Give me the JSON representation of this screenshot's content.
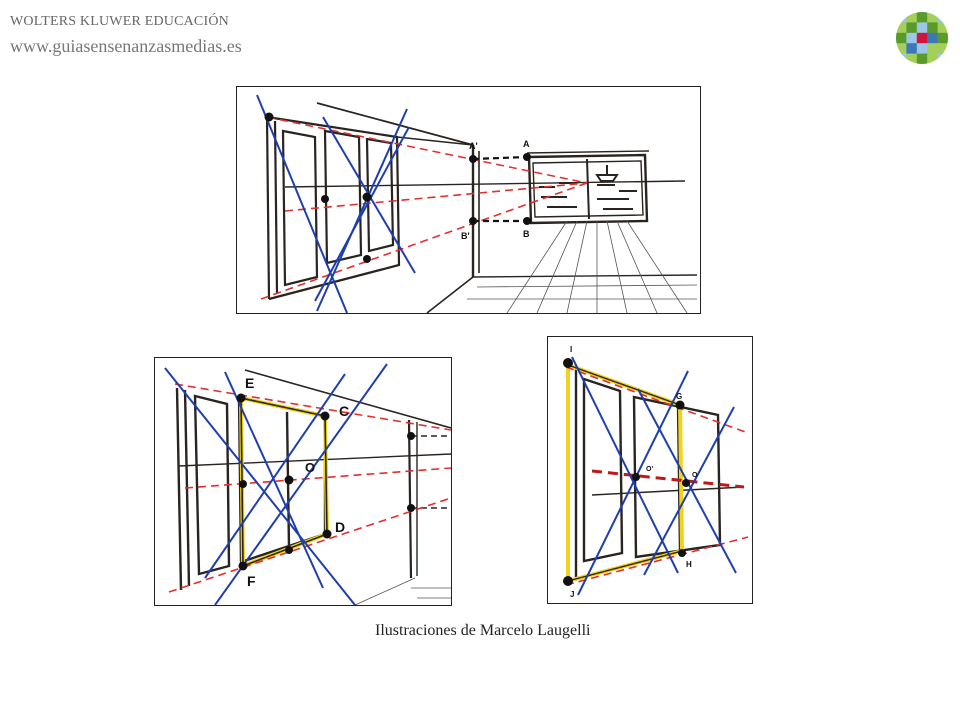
{
  "header": {
    "publisher": "WOLTERS KLUWER EDUCACIÓN",
    "website": "www.guiasensenanzasmedias.es"
  },
  "colors": {
    "logo_green_dark": "#5a9a2a",
    "logo_green_light": "#a4cf5a",
    "logo_blue_dark": "#3c78b8",
    "logo_blue_light": "#9cc6e6",
    "logo_red": "#d2143c",
    "construction_blue": "#1f3fb0",
    "construction_red": "#e03030",
    "highlight_yellow": "#f2d21a",
    "ink": "#2a2420"
  },
  "figures": {
    "top": {
      "labels": {
        "a_prime": "A'",
        "a": "A",
        "b_prime": "B'",
        "b": "B"
      }
    },
    "bottom_left": {
      "labels": {
        "e": "E",
        "c": "C",
        "o": "O",
        "d": "D",
        "f": "F"
      }
    },
    "bottom_right": {
      "labels": {
        "i": "I",
        "g": "G",
        "o_prime": "O'",
        "o": "O",
        "h": "H",
        "j": "J"
      }
    }
  },
  "caption": "Ilustraciones de Marcelo Laugelli"
}
